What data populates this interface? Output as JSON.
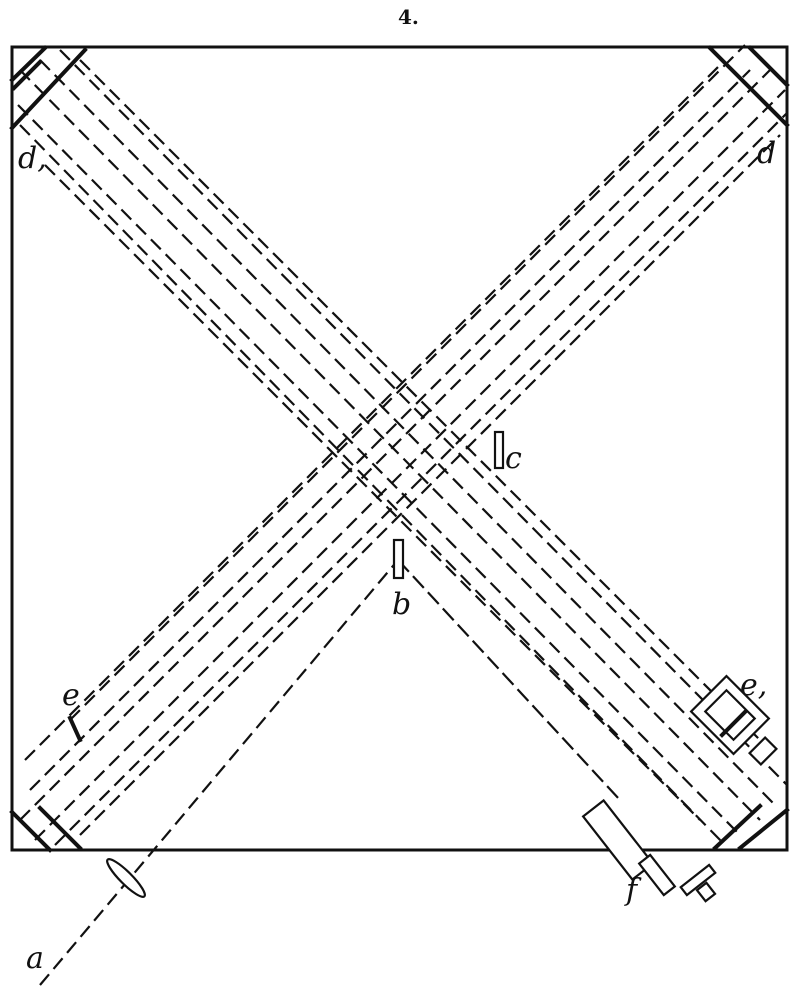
{
  "figure": {
    "number": "4.",
    "labels": {
      "a": "a",
      "b": "b",
      "c": "c",
      "d_left": "d,",
      "d_right": "d",
      "e_left": "e",
      "e_right": "e,",
      "f": "f"
    }
  }
}
